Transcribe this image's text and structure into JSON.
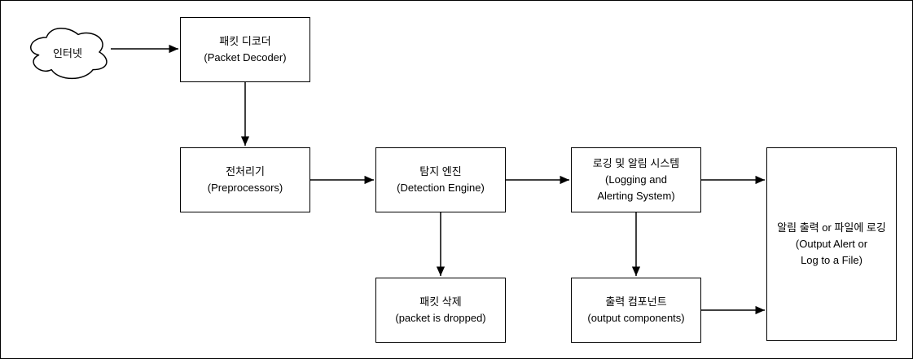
{
  "cloud": {
    "label": "인터넷"
  },
  "nodes": {
    "packet_decoder": {
      "line1": "패킷 디코더",
      "line2": "(Packet Decoder)"
    },
    "preprocessors": {
      "line1": "전처리기",
      "line2": "(Preprocessors)"
    },
    "detection_engine": {
      "line1": "탐지 엔진",
      "line2": "(Detection Engine)"
    },
    "logging_alerting": {
      "line1": "로깅 및 알림 시스템",
      "line2": "(Logging and",
      "line3": "Alerting System)"
    },
    "packet_dropped": {
      "line1": "패킷 삭제",
      "line2": "(packet is dropped)"
    },
    "output_components": {
      "line1": "출력 컴포넌트",
      "line2": "(output components)"
    },
    "output_alert": {
      "line1": "알림 출력 or 파일에 로깅",
      "line2": "(Output Alert or",
      "line3": "Log to a File)"
    }
  },
  "colors": {
    "stroke": "#000000",
    "fill": "#ffffff"
  }
}
